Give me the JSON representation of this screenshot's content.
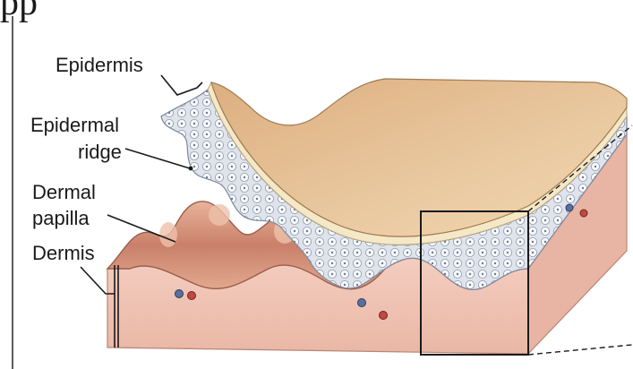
{
  "header_text": "pp",
  "labels": {
    "epidermis": "Epidermis",
    "epidermal_ridge_line1": "Epidermal",
    "epidermal_ridge_line2": "ridge",
    "dermal_papilla_line1": "Dermal",
    "dermal_papilla_line2": "papilla",
    "dermis": "Dermis"
  },
  "colors": {
    "epidermis_top": "#e7c29b",
    "stratum_corneum": "#f3e6c4",
    "cell_layer": "#d7dde6",
    "dermis": "#f0c4b8",
    "papilla": "#d69279",
    "vessel_blue": "#5a6f9e",
    "vessel_red": "#c2493e"
  }
}
